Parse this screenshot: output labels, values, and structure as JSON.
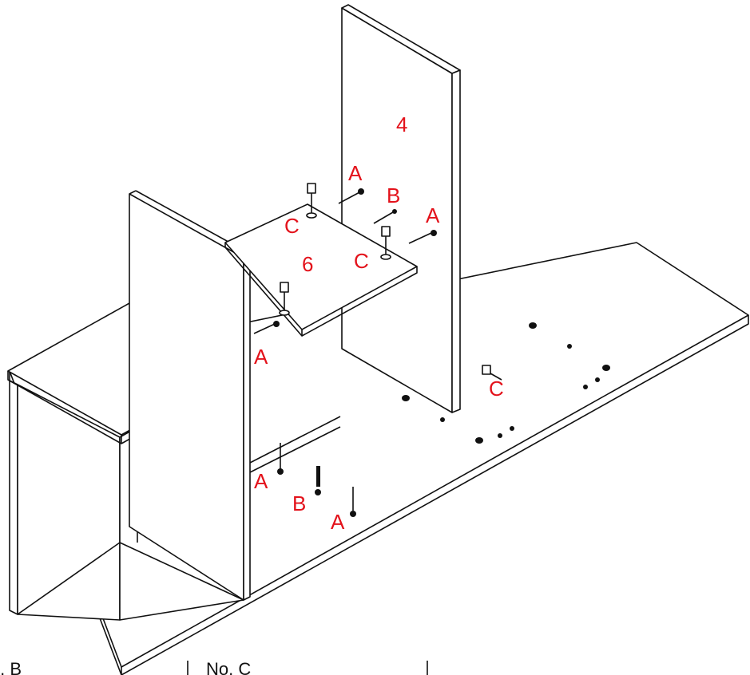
{
  "diagram": {
    "panel_labels": [
      "4",
      "6"
    ],
    "part_labels": [
      "A",
      "B",
      "A",
      "C",
      "C",
      "A",
      "C",
      "A",
      "B",
      "A"
    ],
    "bottom_labels": [
      "No. B",
      "No. C"
    ]
  }
}
